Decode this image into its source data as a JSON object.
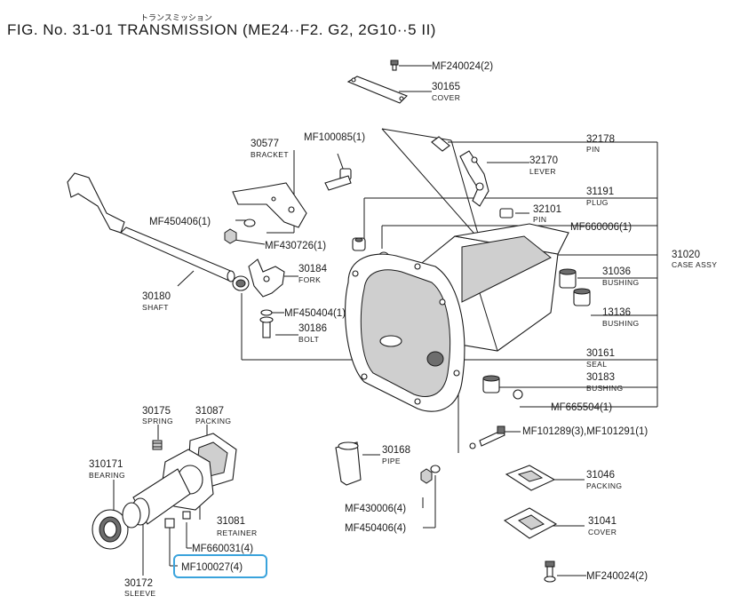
{
  "figure": {
    "kana": "トランスミッション",
    "title": "FIG. No. 31-01 TRANSMISSION (ME24··F2. G2, 2G10··5 II)"
  },
  "parts": {
    "mf240024_top": {
      "number": "MF240024(2)"
    },
    "p30165": {
      "number": "30165",
      "name": "COVER"
    },
    "p30577": {
      "number": "30577",
      "name": "BRACKET"
    },
    "mf100085": {
      "number": "MF100085(1)"
    },
    "p32178": {
      "number": "32178",
      "name": "PIN"
    },
    "p32170": {
      "number": "32170",
      "name": "LEVER"
    },
    "p31191": {
      "number": "31191",
      "name": "PLUG"
    },
    "p32101": {
      "number": "32101",
      "name": "PIN"
    },
    "mf660006": {
      "number": "MF660006(1)"
    },
    "mf450406_a": {
      "number": "MF450406(1)"
    },
    "mf430726": {
      "number": "MF430726(1)"
    },
    "p31020": {
      "number": "31020",
      "name": "CASE ASSY"
    },
    "p30184": {
      "number": "30184",
      "name": "FORK"
    },
    "p31036": {
      "number": "31036",
      "name": "BUSHING"
    },
    "p30180": {
      "number": "30180",
      "name": "SHAFT"
    },
    "mf450404": {
      "number": "MF450404(1)"
    },
    "p13136": {
      "number": "13136",
      "name": "BUSHING"
    },
    "p30186": {
      "number": "30186",
      "name": "BOLT"
    },
    "p30161": {
      "number": "30161",
      "name": "SEAL"
    },
    "p30183": {
      "number": "30183",
      "name": "BUSHING"
    },
    "mf665504": {
      "number": "MF665504(1)"
    },
    "p30175": {
      "number": "30175",
      "name": "SPRING"
    },
    "p31087": {
      "number": "31087",
      "name": "PACKING"
    },
    "mf101289": {
      "number": "MF101289(3),MF101291(1)"
    },
    "p310171": {
      "number": "310171",
      "name": "BEARING"
    },
    "p30168": {
      "number": "30168",
      "name": "PIPE"
    },
    "p31046": {
      "number": "31046",
      "name": "PACKING"
    },
    "p31081": {
      "number": "31081",
      "name": "RETAINER"
    },
    "mf430006": {
      "number": "MF430006(4)"
    },
    "mf660031": {
      "number": "MF660031(4)"
    },
    "p31041": {
      "number": "31041",
      "name": "COVER"
    },
    "mf450406_b": {
      "number": "MF450406(4)"
    },
    "mf100027": {
      "number": "MF100027(4)"
    },
    "p30172": {
      "number": "30172",
      "name": "SLEEVE"
    },
    "mf240024_bottom": {
      "number": "MF240024(2)"
    }
  },
  "highlight": {
    "part": "MF100027(4)",
    "color": "#3aa3dc"
  }
}
